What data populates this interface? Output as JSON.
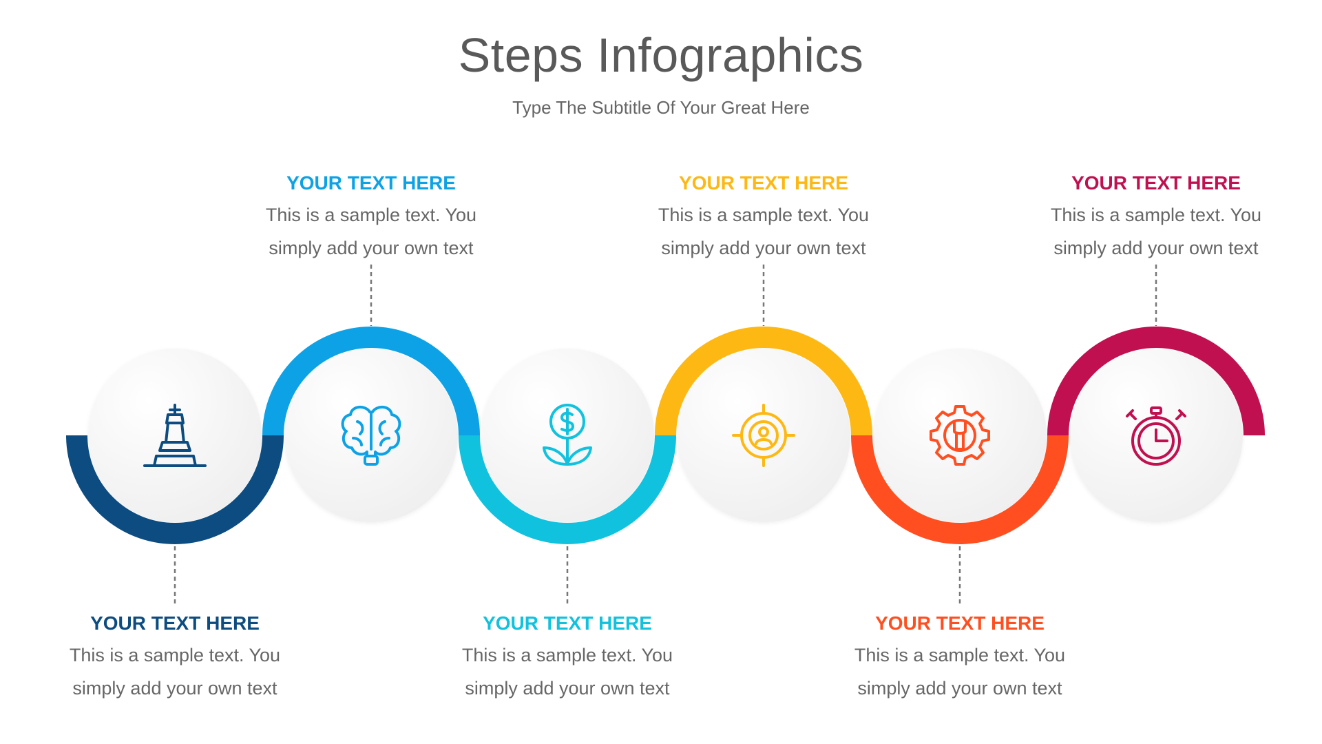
{
  "title": "Steps Infographics",
  "subtitle": "Type The Subtitle Of Your Great Here",
  "steps": [
    {
      "heading": "YOUR TEXT HERE",
      "line1": "This is a sample text. You",
      "line2": "simply add your own text",
      "color": "#0D4C80",
      "icon": "chess-king-icon"
    },
    {
      "heading": "YOUR TEXT HERE",
      "line1": "This is a sample text. You",
      "line2": "simply add your own text",
      "color": "#0DA2E6",
      "icon": "brain-icon"
    },
    {
      "heading": "YOUR TEXT HERE",
      "line1": "This is a sample text. You",
      "line2": "simply add your own text",
      "color": "#11C2DE",
      "icon": "money-plant-icon"
    },
    {
      "heading": "YOUR TEXT HERE",
      "line1": "This is a sample text. You",
      "line2": "simply add your own text",
      "color": "#FDB813",
      "icon": "target-user-icon"
    },
    {
      "heading": "YOUR TEXT HERE",
      "line1": "This is a sample text. You",
      "line2": "simply add your own text",
      "color": "#FF4F20",
      "icon": "gear-wrench-icon"
    },
    {
      "heading": "YOUR TEXT HERE",
      "line1": "This is a sample text. You",
      "line2": "simply add your own text",
      "color": "#C0104F",
      "icon": "stopwatch-icon"
    }
  ]
}
